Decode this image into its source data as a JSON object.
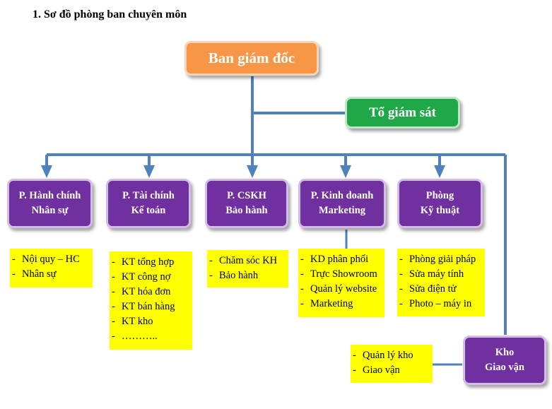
{
  "heading": "1.  Sơ đồ phòng ban chuyên môn",
  "top_box": "Ban giám đốc",
  "supervision_box": "Tổ giám sát",
  "departments": [
    {
      "label": "P. Hành chính\nNhân sự",
      "items": [
        "Nội quy – HC",
        "Nhân sự"
      ]
    },
    {
      "label": "P. Tài chính\nKế toán",
      "items": [
        "KT tổng hợp",
        "KT công nợ",
        "KT hóa đơn",
        "KT bán hàng",
        "KT kho",
        "……….."
      ]
    },
    {
      "label": "P. CSKH\nBảo hành",
      "items": [
        "Chăm sóc KH",
        "Bảo hành"
      ]
    },
    {
      "label": "P. Kinh doanh\nMarketing",
      "items": [
        "KD phân phối",
        "Trực Showroom",
        "Quản lý website",
        "Marketing"
      ]
    },
    {
      "label": "Phòng\nKỹ thuật",
      "items": [
        "Phòng giải pháp",
        "Sửa máy tính",
        "Sửa điện tử",
        "Photo – máy in"
      ]
    },
    {
      "label": "Kho\nGiao vận",
      "items": [
        "Quản lý kho",
        "Giao vận"
      ]
    }
  ],
  "bullet": "-",
  "colors": {
    "top": "#f79646",
    "supervision": "#1fa847",
    "department": "#7030a0",
    "note": "#ffff00",
    "connector": "#4f81bd"
  }
}
